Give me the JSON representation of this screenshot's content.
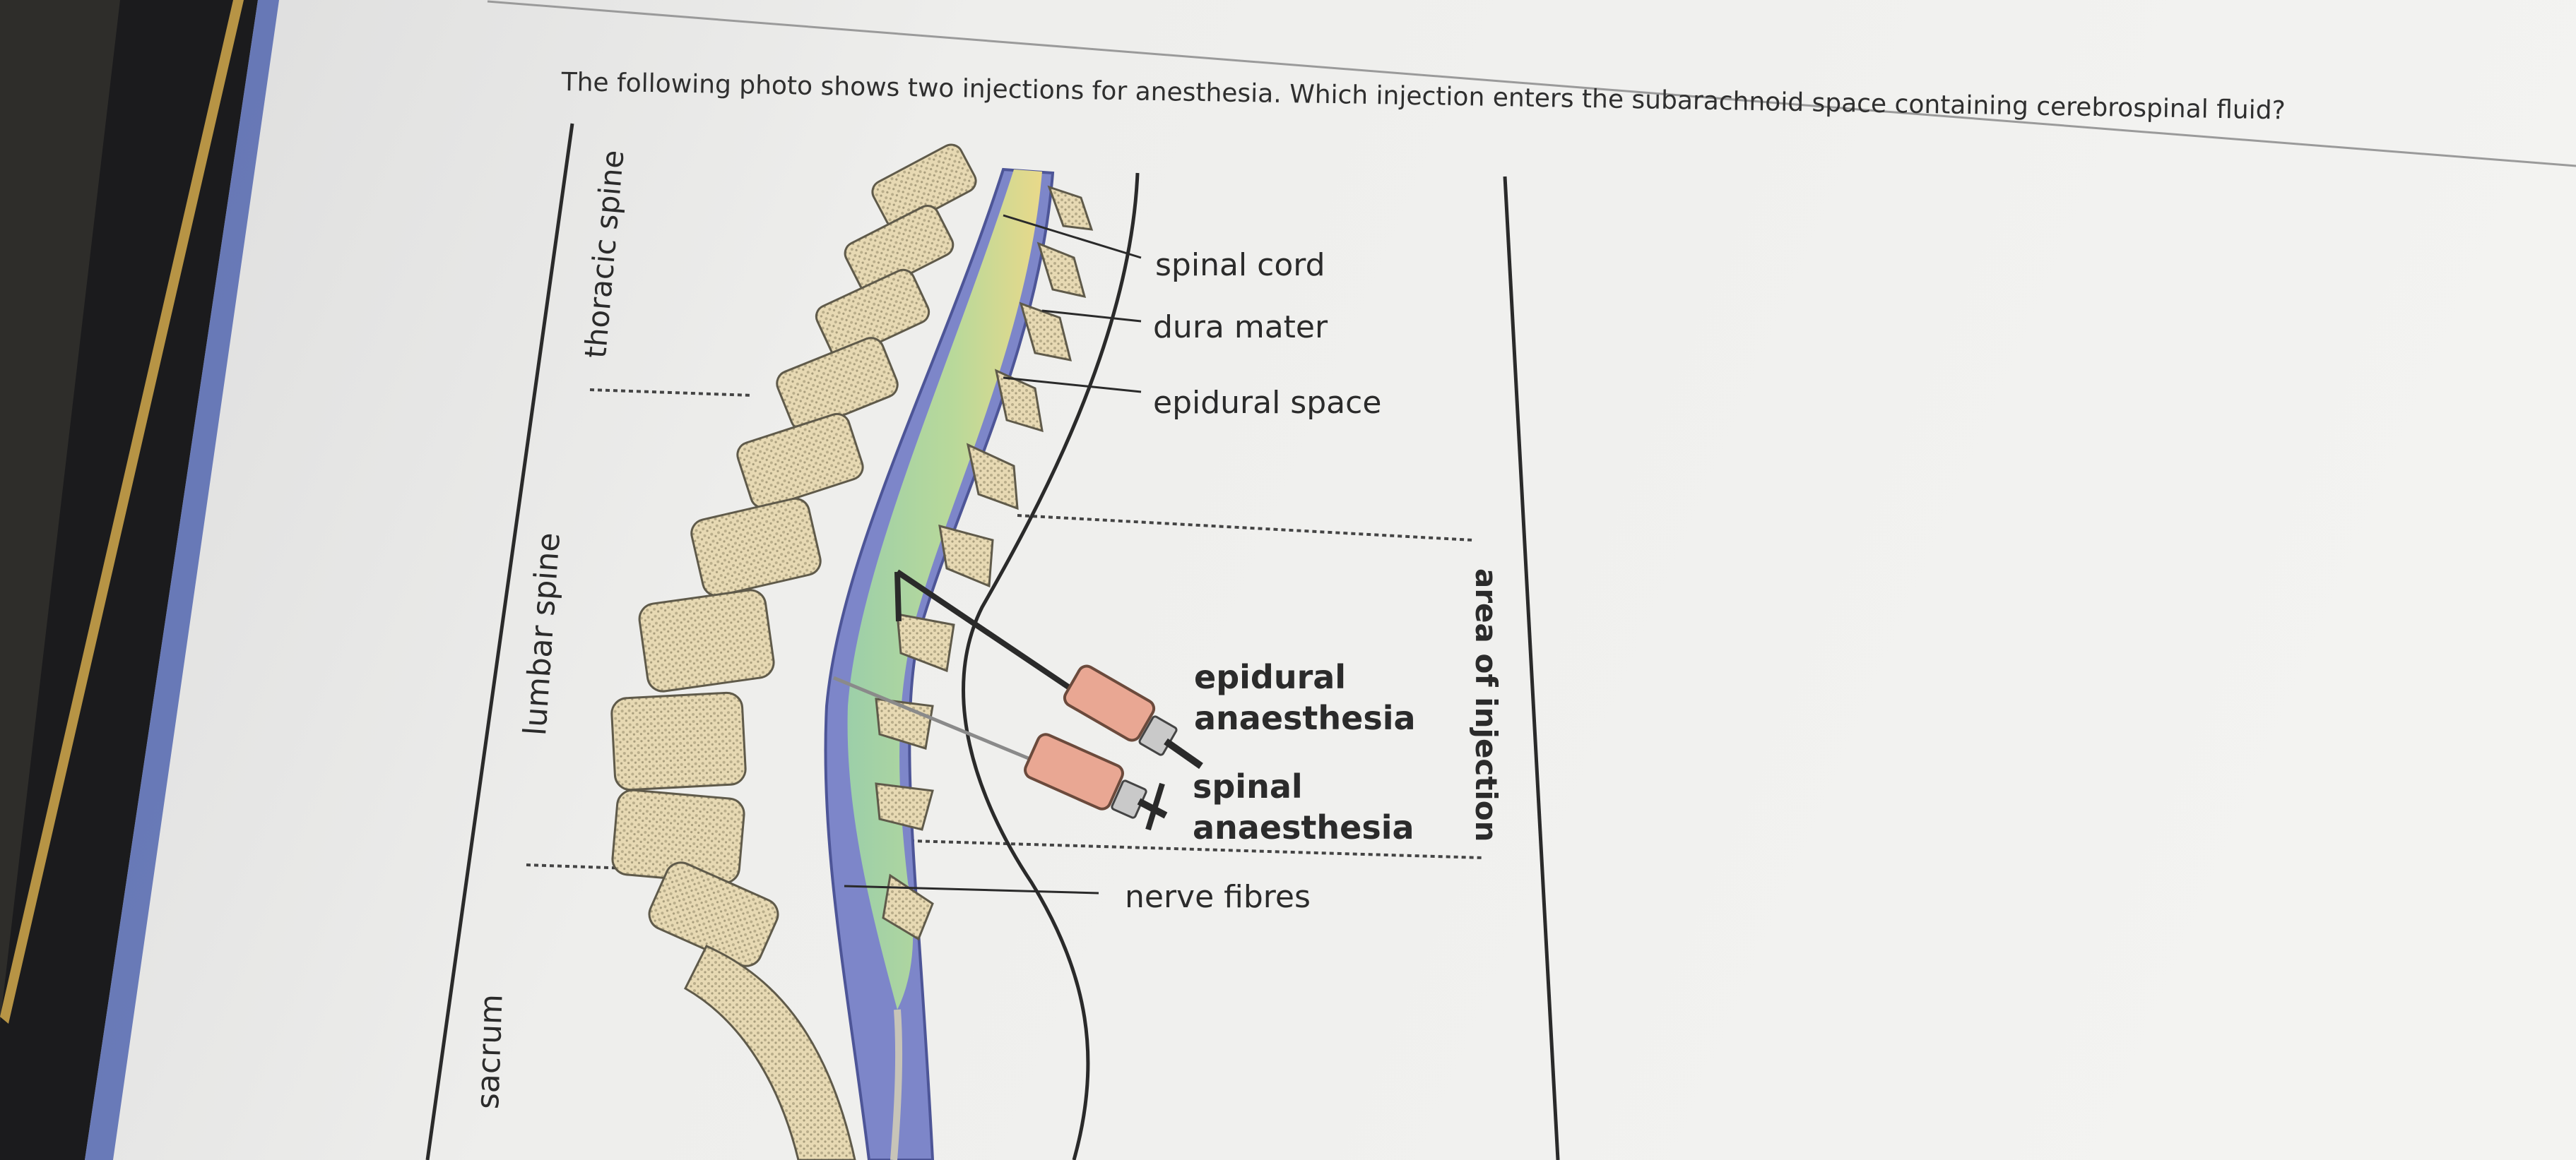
{
  "question": "The following photo shows two injections for anesthesia. Which injection enters the subarachnoid space containing cerebrospinal fluid?",
  "diagram": {
    "labels": {
      "spinal_cord": "spinal cord",
      "dura_mater": "dura mater",
      "epidural_space": "epidural space",
      "epidural_anaesthesia": [
        "epidural",
        "anaesthesia"
      ],
      "spinal_anaesthesia": [
        "spinal",
        "anaesthesia"
      ],
      "nerve_fibres": "nerve fibres",
      "area_of_injection": "area of injection",
      "thoracic_spine": "thoracic spine",
      "lumbar_spine": "lumbar spine",
      "sacrum": "sacrum"
    }
  },
  "colors": {
    "screen": "#f1f1ef",
    "cord_outer": "#7d86c9",
    "cord_inner_yellow": "#e8d98a",
    "cord_inner_green": "#8fc7a2",
    "bone": "#e6d8b0",
    "syringe": "#e9a793",
    "text": "#2b2b2b"
  }
}
